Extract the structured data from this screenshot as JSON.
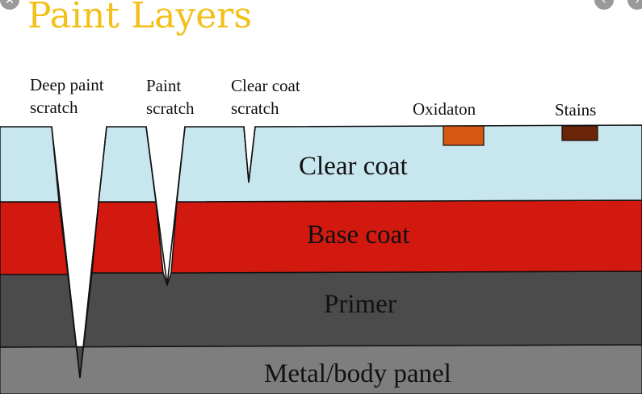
{
  "title": "Paint Layers",
  "scratch_labels": {
    "deep": "Deep paint\nscratch",
    "paint": "Paint\nscratch",
    "clear": "Clear coat\nscratch"
  },
  "defect_labels": {
    "oxidation": "Oxidaton",
    "stains": "Stains"
  },
  "layers": {
    "clear_coat": "Clear coat",
    "base_coat": "Base coat",
    "primer": "Primer",
    "metal": "Metal/body panel"
  },
  "colors": {
    "title": "#f2c019",
    "clear_coat": "#c7e6ee",
    "base_coat": "#d2190f",
    "primer": "#4b4b4b",
    "metal": "#7e7e7e",
    "oxidation": "#d65712",
    "stains": "#6b2508",
    "outline": "#111111"
  },
  "icons": {
    "left_corner": "close-icon",
    "right_corner": "chevron-icon"
  }
}
